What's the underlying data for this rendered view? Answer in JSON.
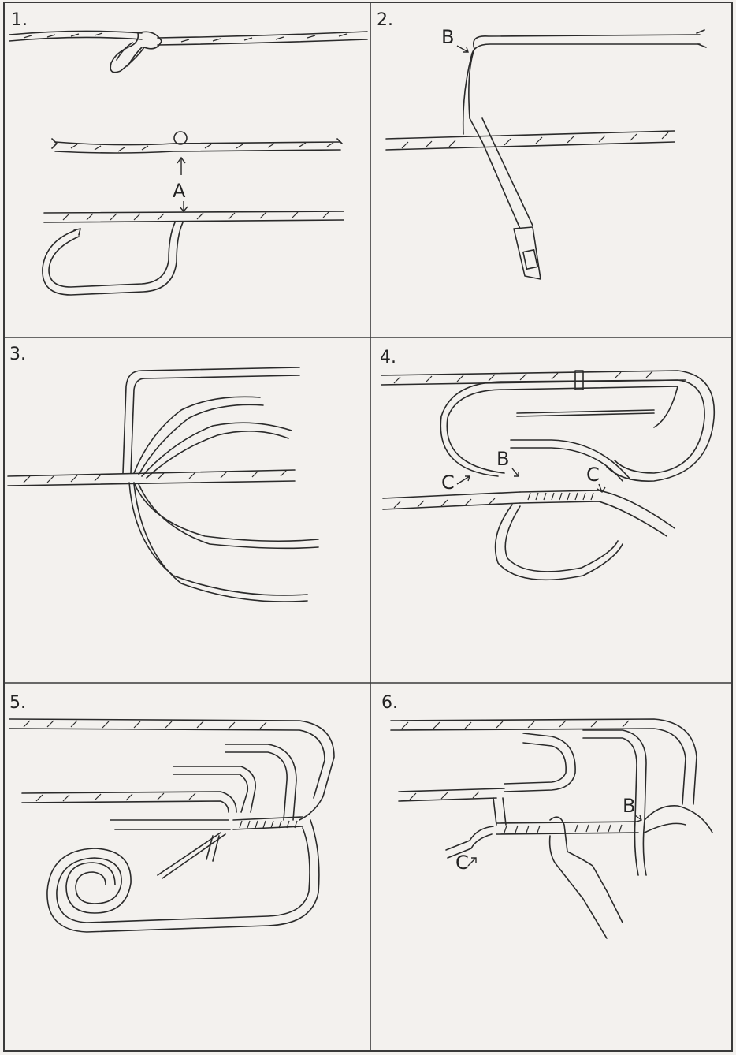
{
  "panels": [
    {
      "number": "1.",
      "callouts": [
        "A"
      ]
    },
    {
      "number": "2.",
      "callouts": [
        "B"
      ]
    },
    {
      "number": "3.",
      "callouts": []
    },
    {
      "number": "4.",
      "callouts": [
        "C",
        "B",
        "C"
      ]
    },
    {
      "number": "5.",
      "callouts": []
    },
    {
      "number": "6.",
      "callouts": [
        "B",
        "C"
      ]
    }
  ]
}
